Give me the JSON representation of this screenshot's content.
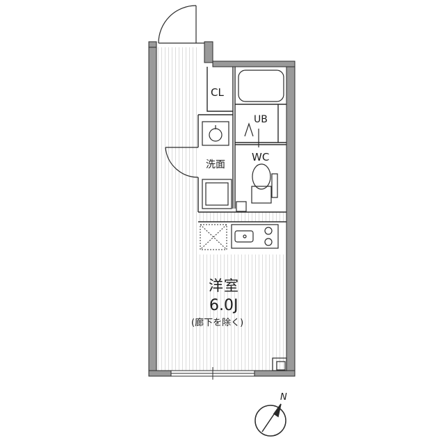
{
  "labels": {
    "closet": "CL",
    "unit_bath": "UB",
    "toilet": "WC",
    "washroom": "洗面",
    "room_name": "洋室",
    "room_size": "6.0J",
    "room_note": "(廊下を除く)",
    "north": "N"
  },
  "colors": {
    "wall": "#9a9a9a",
    "line": "#2a2a2a",
    "floor_stripe": "#d9d9d9",
    "background": "#ffffff"
  },
  "icons": [
    "door-swing-icon",
    "bathtub-icon",
    "toilet-icon",
    "wash-basin-icon",
    "washing-machine-space-icon",
    "sink-icon",
    "stove-icon",
    "refrigerator-space-icon",
    "compass-icon"
  ]
}
